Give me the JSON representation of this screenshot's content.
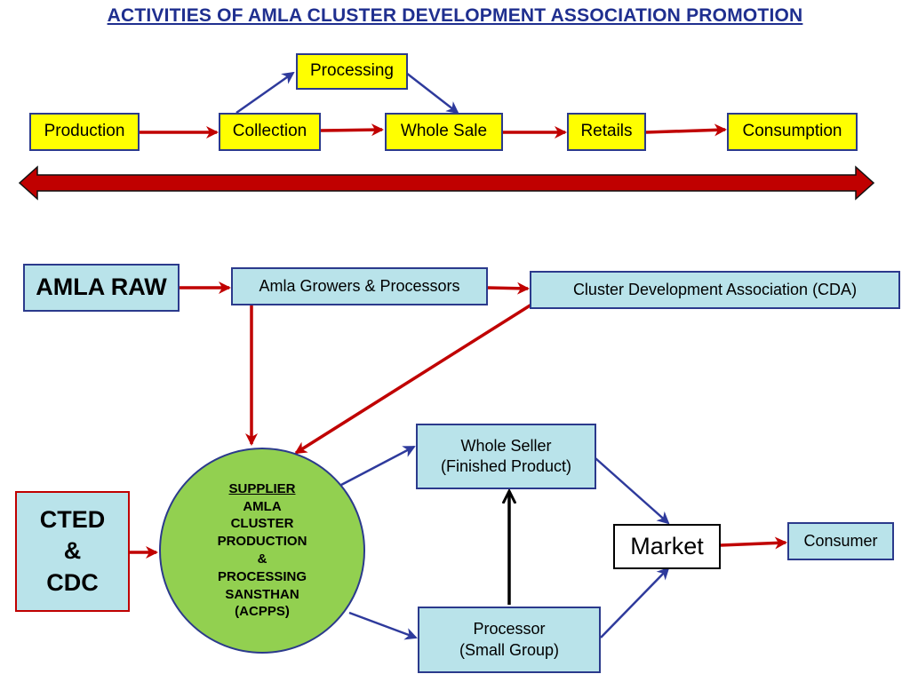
{
  "title": "ACTIVITIES OF AMLA CLUSTER DEVELOPMENT ASSOCIATION PROMOTION",
  "value_chain": {
    "processing": "Processing",
    "production": "Production",
    "collection": "Collection",
    "wholesale": "Whole Sale",
    "retails": "Retails",
    "consumption": "Consumption"
  },
  "flow": {
    "amla_raw": "AMLA RAW",
    "growers": "Amla Growers & Processors",
    "cda": "Cluster Development Association (CDA)",
    "cted": [
      "CTED",
      "&",
      "CDC"
    ],
    "supplier": [
      "SUPPLIER",
      "AMLA",
      "CLUSTER",
      "PRODUCTION",
      "&",
      "PROCESSING",
      "SANSTHAN",
      "(ACPPS)"
    ],
    "whole_seller": [
      "Whole Seller",
      "(Finished Product)"
    ],
    "processor": [
      "Processor",
      "(Small Group)"
    ],
    "market": "Market",
    "consumer": "Consumer"
  },
  "colors": {
    "title": "#1f2f8f",
    "yellow_box": "#ffff00",
    "blue_box": "#b9e3ea",
    "circle": "#92d050",
    "red_arrow": "#c00000",
    "blue_arrow": "#2e3a9c",
    "border": "#2b3a8c"
  }
}
